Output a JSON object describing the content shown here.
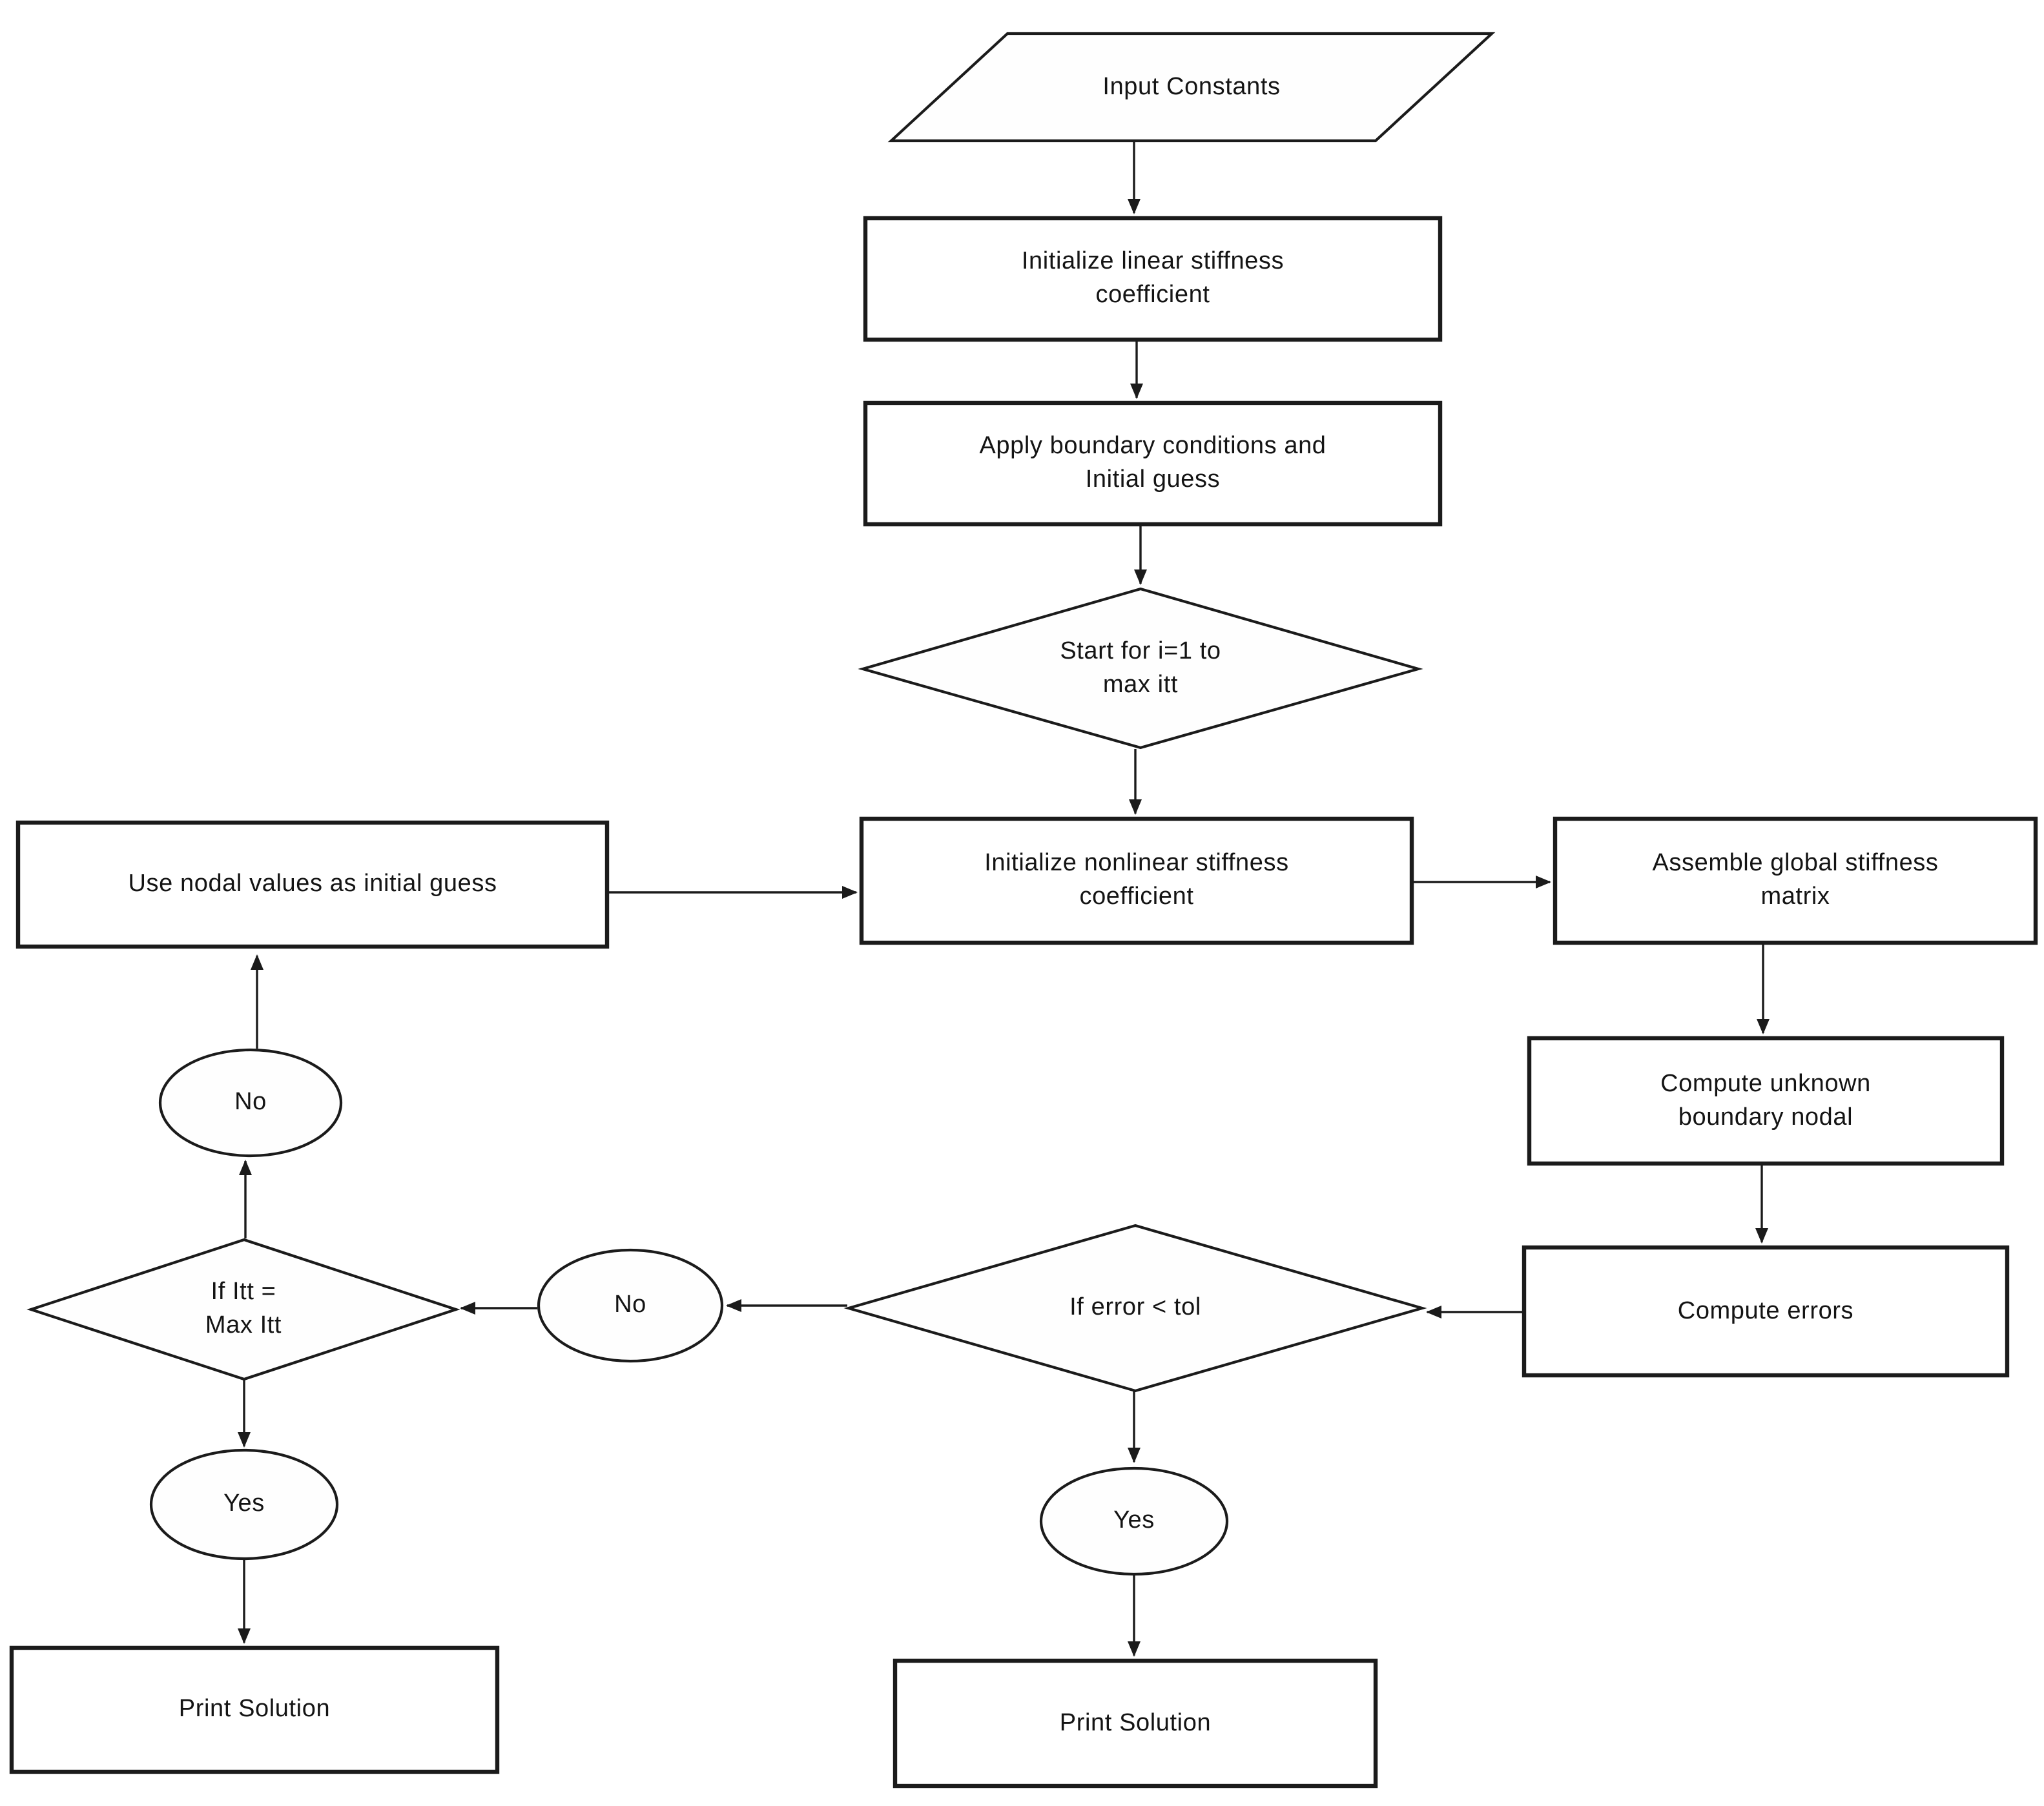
{
  "title": "Nonlinear FEM iteration flowchart",
  "colors": {
    "stroke": "#1b1b1b",
    "background": "#ffffff",
    "text": "#141414"
  },
  "nodes": {
    "input_constants": {
      "type": "parallelogram",
      "label": "Input Constants"
    },
    "init_linear": {
      "type": "process",
      "label": "Initialize linear stiffness\ncoefficient"
    },
    "apply_bc": {
      "type": "process",
      "label": "Apply boundary conditions and\nInitial guess"
    },
    "start_loop": {
      "type": "decision",
      "label": "Start for i=1 to\nmax itt"
    },
    "use_nodal": {
      "type": "process",
      "label": "Use nodal values as initial guess"
    },
    "init_nonlinear": {
      "type": "process",
      "label": "Initialize nonlinear stiffness\ncoefficient"
    },
    "assemble_global": {
      "type": "process",
      "label": "Assemble global stiffness\nmatrix"
    },
    "compute_unknown": {
      "type": "process",
      "label": "Compute unknown\nboundary nodal"
    },
    "compute_errors": {
      "type": "process",
      "label": "Compute errors"
    },
    "if_error": {
      "type": "decision",
      "label": "If error < tol"
    },
    "no_mid": {
      "type": "terminator",
      "label": "No"
    },
    "if_itt": {
      "type": "decision",
      "label": "If Itt =\nMax Itt"
    },
    "no_left": {
      "type": "terminator",
      "label": "No"
    },
    "yes_left": {
      "type": "terminator",
      "label": "Yes"
    },
    "print_left": {
      "type": "process",
      "label": "Print Solution"
    },
    "yes_mid": {
      "type": "terminator",
      "label": "Yes"
    },
    "print_mid": {
      "type": "process",
      "label": "Print Solution"
    }
  }
}
